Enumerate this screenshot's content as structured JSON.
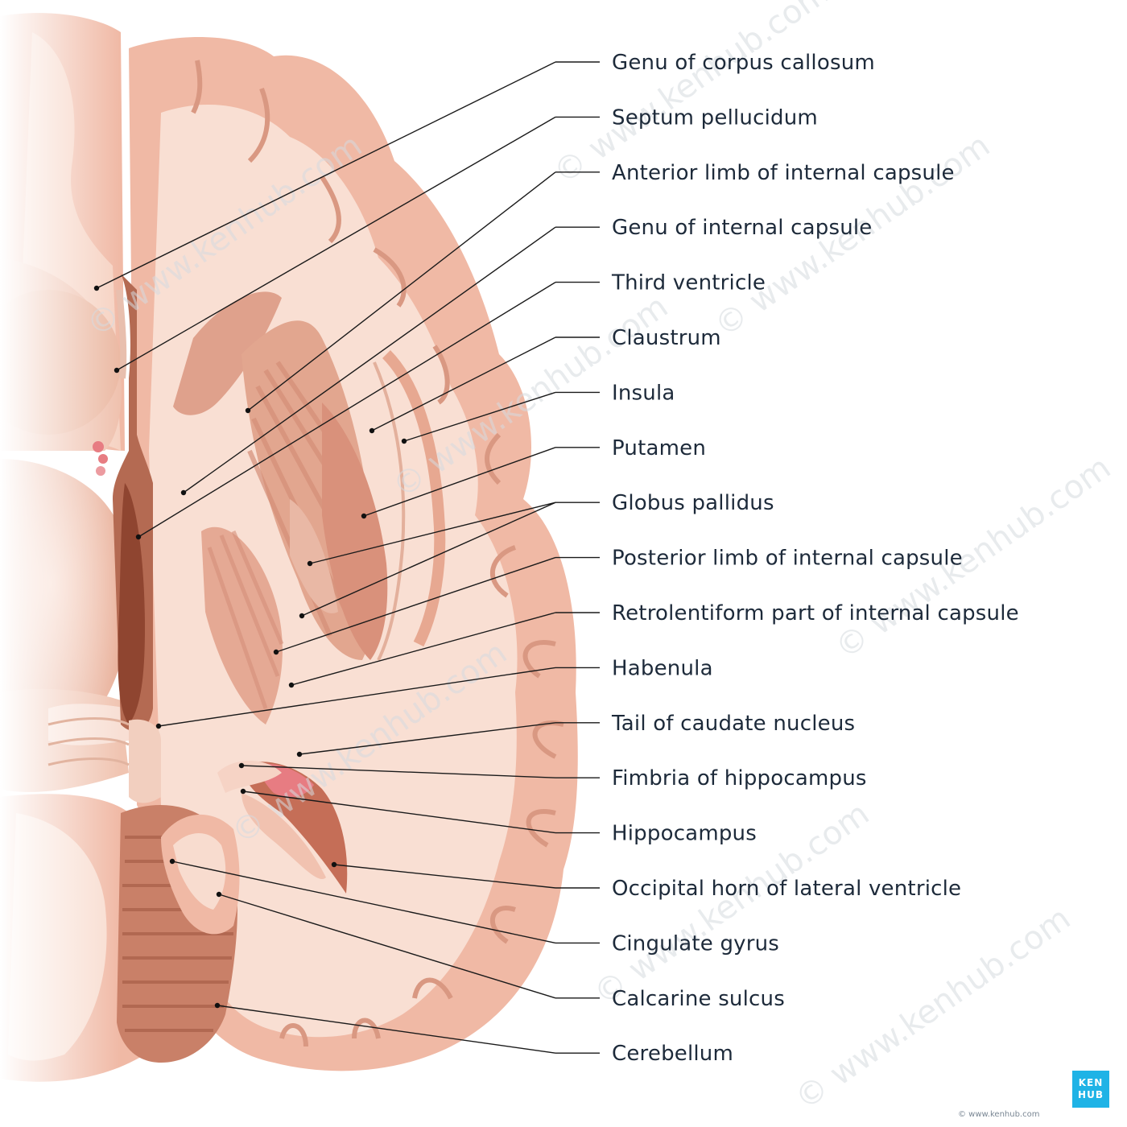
{
  "labels": [
    "Genu of corpus callosum",
    "Septum pellucidum",
    "Anterior limb of internal capsule",
    "Genu of internal capsule",
    "Third ventricle",
    "Claustrum",
    "Insula",
    "Putamen",
    "Globus pallidus",
    "Posterior limb of internal capsule",
    "Retrolentiform part of internal capsule",
    "Habenula",
    "Tail of caudate nucleus",
    "Fimbria of hippocampus",
    "Hippocampus",
    "Occipital horn of lateral ventricle",
    "Cingulate gyrus",
    "Calcarine sulcus",
    "Cerebellum"
  ],
  "watermark": "© www.kenhub.com",
  "logo": {
    "line1": "KEN",
    "line2": "HUB"
  },
  "copyright": "© www.kenhub.com",
  "colors": {
    "grey_matter": "#f0b9a5",
    "white_matter": "#f9dfd3",
    "deep_nuclei": "#dc9580",
    "ventricle": "#a8573f",
    "cerebellum": "#c98068",
    "choroid": "#e77c82",
    "logo": "#1fb3e6"
  }
}
